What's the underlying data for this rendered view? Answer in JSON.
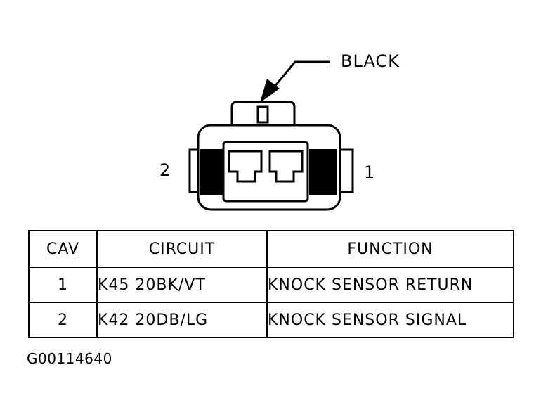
{
  "connector": {
    "color_label": "BLACK",
    "pin_left": "2",
    "pin_right": "1"
  },
  "table": {
    "headers": [
      "CAV",
      "CIRCUIT",
      "FUNCTION"
    ],
    "rows": [
      {
        "cav": "1",
        "circuit": "K45 20BK/VT",
        "function": "KNOCK SENSOR RETURN"
      },
      {
        "cav": "2",
        "circuit": "K42 20DB/LG",
        "function": "KNOCK SENSOR SIGNAL"
      }
    ]
  },
  "figure_code": "G00114640"
}
